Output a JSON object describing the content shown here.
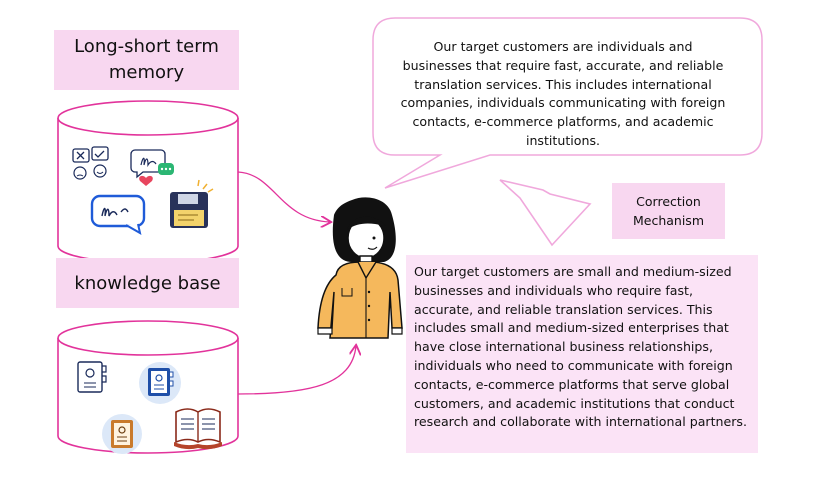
{
  "memory": {
    "title": "Long-short term memory",
    "icons": [
      "emoji-feedback-icon",
      "chat-signature-heart-icon",
      "signature-bubble-icon",
      "floppy-disk-note-icon"
    ]
  },
  "knowledge": {
    "title": "knowledge base",
    "icons": [
      "address-book-icon",
      "address-book-circle-icon",
      "notebook-circle-icon",
      "open-book-icon"
    ]
  },
  "agent": {
    "icon": "woman-avatar-icon"
  },
  "bubble": {
    "text": "Our target customers are individuals and businesses that require fast, accurate, and reliable translation services. This includes international companies, individuals communicating with foreign contacts, e-commerce platforms, and academic institutions."
  },
  "correction": {
    "label": "Correction Mechanism"
  },
  "answer": {
    "text": "Our target customers are small and medium-sized businesses and individuals who require fast, accurate, and reliable translation services. This includes small and medium-sized enterprises that have close international business relationships, individuals who need to communicate with foreign contacts, e-commerce platforms that serve global customers, and academic institutions that conduct research and collaborate with international partners."
  },
  "colors": {
    "pink_fill": "#f8d7f0",
    "answer_fill": "#fbe3f6",
    "line": "#e2339b",
    "bubble_stroke": "#f0a8dc",
    "avatar_shirt": "#f5b85c"
  }
}
